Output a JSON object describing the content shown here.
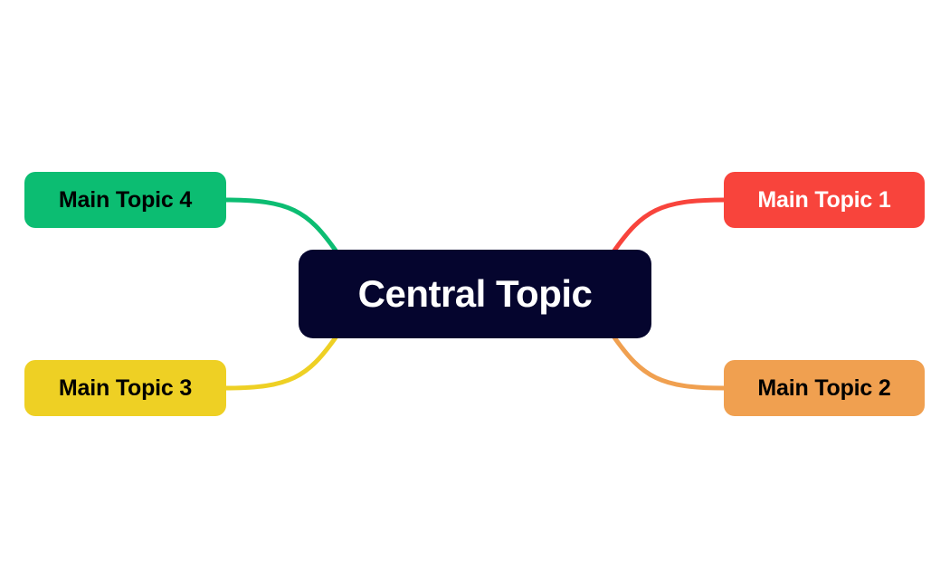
{
  "diagram": {
    "type": "mind-map",
    "background_color": "#ffffff",
    "central": {
      "label": "Central Topic",
      "fill": "#05052e",
      "text_color": "#ffffff"
    },
    "branches": [
      {
        "id": "topic-1",
        "label": "Main Topic 1",
        "fill": "#f8443c",
        "text_color": "#ffffff",
        "edge_color": "#f8443c",
        "position": "top-right"
      },
      {
        "id": "topic-2",
        "label": "Main Topic 2",
        "fill": "#f0a050",
        "text_color": "#000000",
        "edge_color": "#f0a050",
        "position": "bottom-right"
      },
      {
        "id": "topic-3",
        "label": "Main Topic 3",
        "fill": "#eed024",
        "text_color": "#000000",
        "edge_color": "#eed024",
        "position": "bottom-left"
      },
      {
        "id": "topic-4",
        "label": "Main Topic 4",
        "fill": "#0cbd72",
        "text_color": "#000000",
        "edge_color": "#0cbd72",
        "position": "top-left"
      }
    ]
  }
}
